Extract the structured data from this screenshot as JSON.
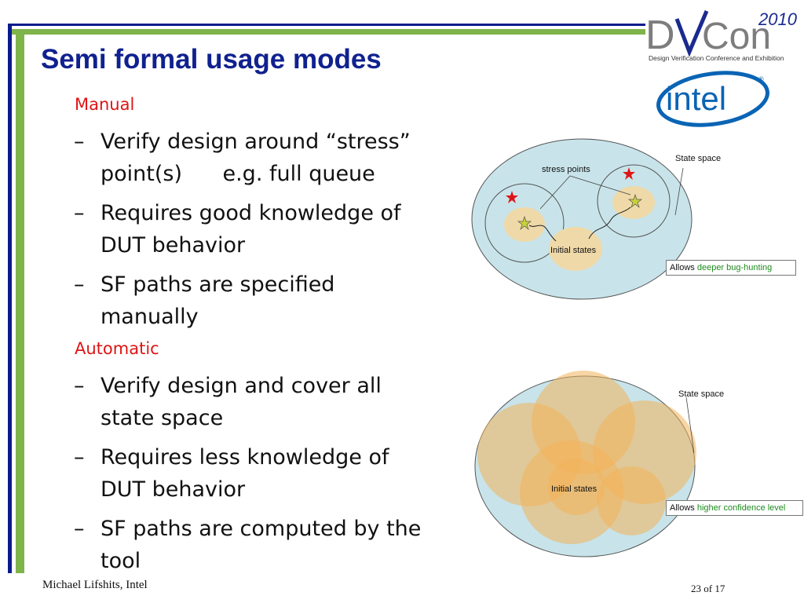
{
  "slide": {
    "title": "Semi formal usage modes",
    "manual": {
      "heading": "Manual",
      "bullets": [
        {
          "line1": "Verify design around “stress”",
          "line2": "point(s)      e.g. full queue"
        },
        {
          "line1": "Requires good knowledge of",
          "line2": "DUT behavior"
        },
        {
          "line1": "SF paths are specified",
          "line2": "manually"
        }
      ]
    },
    "automatic": {
      "heading": "Automatic",
      "bullets": [
        {
          "line1": "Verify design and cover all",
          "line2": "state space"
        },
        {
          "line1": "Requires less knowledge of",
          "line2": "DUT behavior"
        },
        {
          "line1": "SF paths are computed by the",
          "line2": "tool"
        }
      ]
    },
    "bullet_dash": "–"
  },
  "logos": {
    "dvcon_d": "D",
    "dvcon_con": "Con",
    "dvcon_year": "2010",
    "dvcon_subtitle": "Design Verification Conference and Exhibition",
    "intel": "intel",
    "intel_registered": "®"
  },
  "diagram_manual": {
    "state_space_label": "State space",
    "stress_points_label": "stress points",
    "initial_states_label": "Initial states",
    "callout_prefix": "Allows ",
    "callout_highlight": "deeper bug-hunting"
  },
  "diagram_automatic": {
    "state_space_label": "State space",
    "initial_states_label": "Initial states",
    "callout_prefix": "Allows ",
    "callout_highlight": "higher confidence level"
  },
  "footer": {
    "author": "Michael Lifshits, Intel",
    "page": "23 of 17"
  },
  "colors": {
    "title": "#10218f",
    "section_heading": "#e01414",
    "frame_blue": "#0a1b8c",
    "frame_green": "#7fb44a",
    "state_space_fill": "#c8e4ea",
    "region_fill": "#efd9a8",
    "coverage_fill": "#f2b25a",
    "callout_highlight": "#1e8c1e",
    "star_red": "#e01414",
    "star_yellow": "#c8d23a"
  }
}
